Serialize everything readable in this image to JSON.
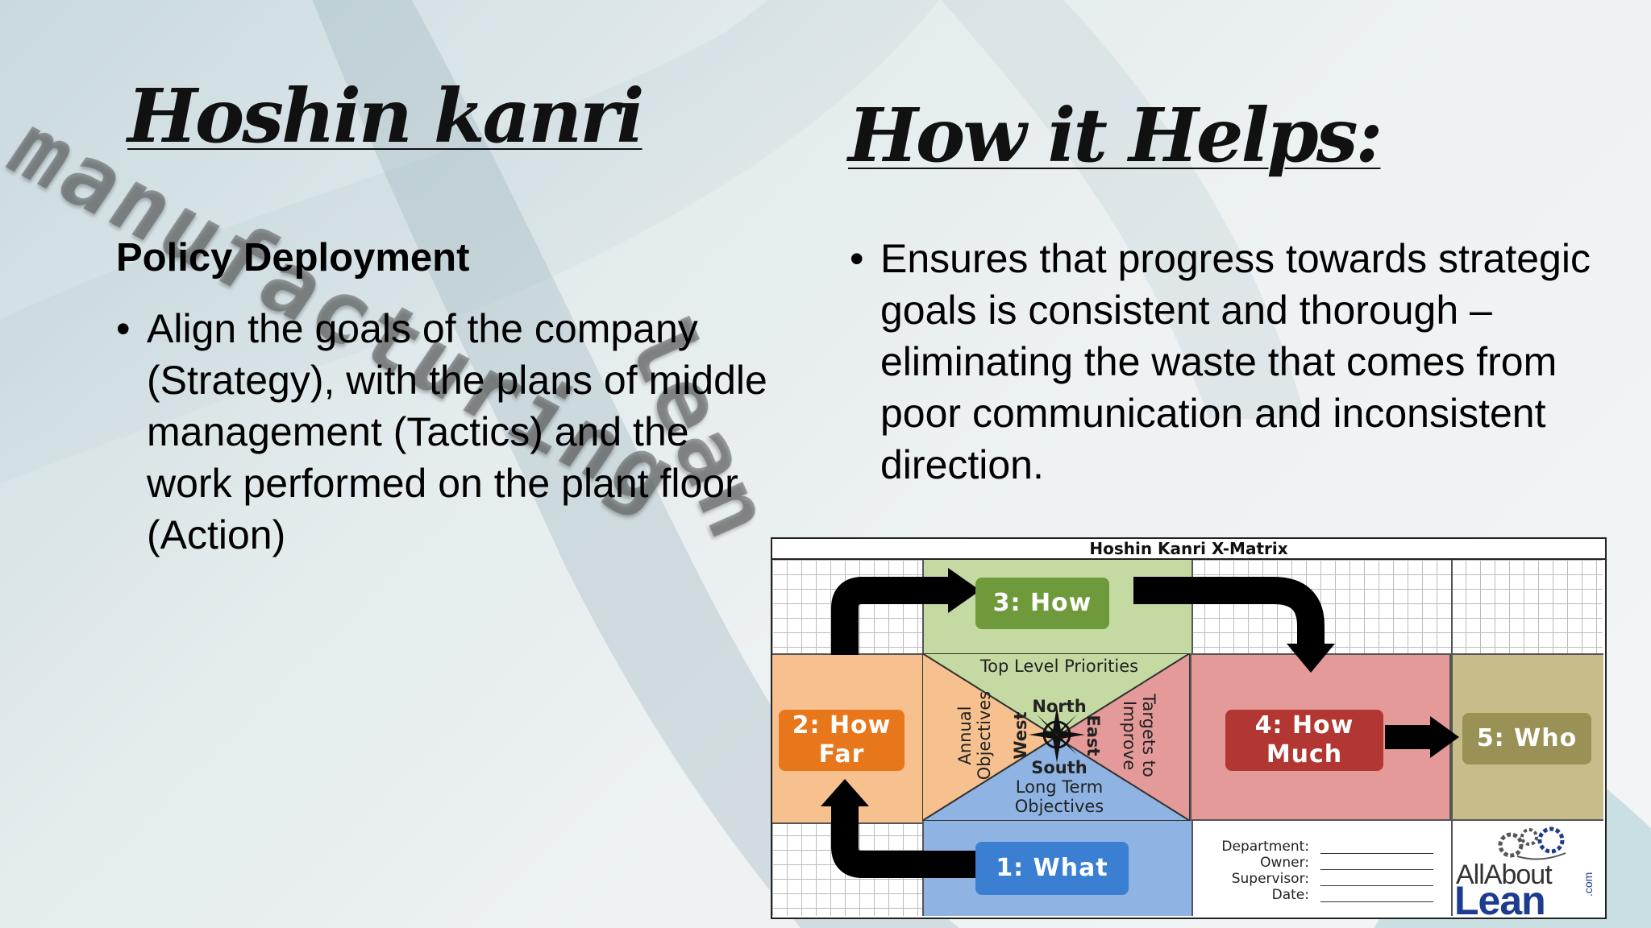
{
  "slide": {
    "watermark_words": [
      "manufacturing",
      "lean"
    ],
    "left": {
      "title": "Hoshin kanri",
      "subheading": "Policy Deployment",
      "bullets": [
        "Align the goals of the company (Strategy), with the plans of middle management (Tactics) and the work performed on the plant floor (Action)"
      ]
    },
    "right": {
      "title": "How it Helps:",
      "bullets": [
        "Ensures that progress towards strategic goals is consistent and thorough – eliminating the waste that comes from poor communication and inconsistent direction."
      ]
    }
  },
  "xmatrix": {
    "title": "Hoshin Kanri X-Matrix",
    "steps": {
      "what": "1: What",
      "how_far": "2: How Far",
      "how": "3: How",
      "how_much": "4: How Much",
      "who": "5: Who"
    },
    "quadrants": {
      "north_desc": "Top Level Priorities",
      "north": "North",
      "south": "South",
      "south_desc": "Long Term Objectives",
      "west": "West",
      "west_desc": "Annual Objectives",
      "east": "East",
      "east_desc": "Targets to Improve"
    },
    "form": {
      "department": "Department:",
      "owner": "Owner:",
      "supervisor": "Supervisor:",
      "date": "Date:"
    },
    "logo": {
      "line1": "AllAbout",
      "line2": "Lean",
      "suffix": ".com"
    },
    "colors": {
      "green_zone": "#c5d9a3",
      "green_pill": "#6f9a3b",
      "orange_zone": "#f7c08f",
      "orange_pill": "#e8761a",
      "red_zone": "#e39a98",
      "red_pill": "#b23632",
      "olive_zone": "#c8bd8a",
      "olive_pill": "#9a9156",
      "blue_zone": "#8fb4e3",
      "blue_pill": "#3b7fd3",
      "logo_blue": "#1d3c8f"
    }
  }
}
